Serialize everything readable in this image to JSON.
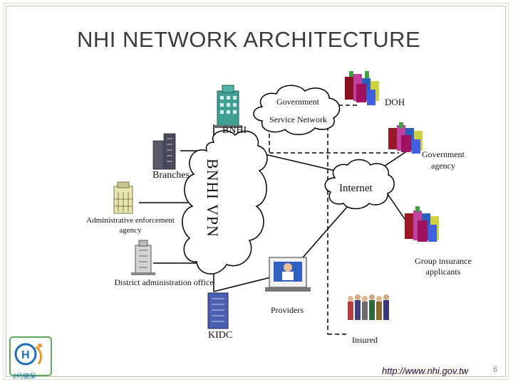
{
  "title": "NHI NETWORK ARCHITECTURE",
  "nodes": {
    "government": "Government",
    "service_network": "Service Network",
    "doh": "DOH",
    "bnhi": "BNHI",
    "government_agency": "Government agency",
    "branches": "Branches",
    "bnhi_vpn": "BNHI VPN",
    "internet": "Internet",
    "admin_enforcement": "Administrative enforcement agency",
    "group_insurance": "Group insurance applicants",
    "district_office": "District administration office",
    "providers": "Providers",
    "kidc": "KIDC",
    "insured": "Insured"
  },
  "footer": {
    "url": "http://www.nhi.gov.tw",
    "page_number": "6",
    "logo_caption": "2代健保"
  },
  "colors": {
    "cloud_fill": "#ffffff",
    "line": "#000000",
    "building_teal": "#2f8f8a",
    "title": "#3a3a3a"
  }
}
